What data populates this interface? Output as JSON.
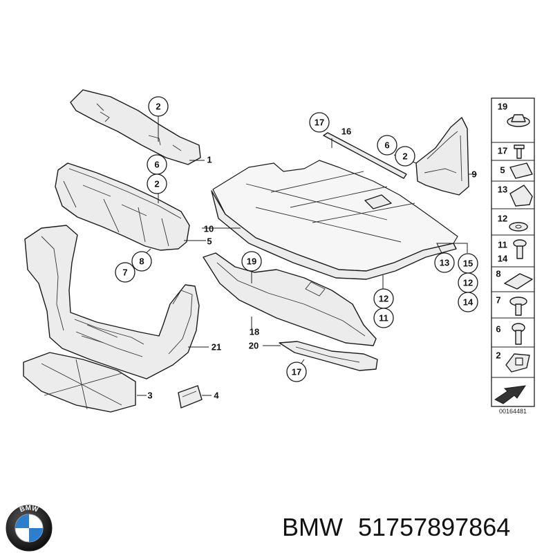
{
  "diagram": {
    "reference_number": "00164481",
    "callouts": {
      "c2a": "2",
      "c6a": "6",
      "c2b": "2",
      "c7": "7",
      "c8": "8",
      "c17a": "17",
      "c6b": "6",
      "c2c": "2",
      "c19": "19",
      "c13": "13",
      "c15": "15",
      "c12a": "12",
      "c14": "14",
      "c12b": "12",
      "c11": "11",
      "c17b": "17"
    },
    "labels": {
      "l1": "1",
      "l5": "5",
      "l10": "10",
      "l16": "16",
      "l9": "9",
      "l21": "21",
      "l3": "3",
      "l4": "4",
      "l18": "18",
      "l20": "20"
    },
    "panel": [
      "19",
      "17",
      "5",
      "13",
      "12",
      "11",
      "14",
      "8",
      "7",
      "6",
      "2"
    ]
  },
  "product": {
    "brand": "BMW",
    "part_number": "51757897864",
    "logo_letters": "BMW"
  }
}
